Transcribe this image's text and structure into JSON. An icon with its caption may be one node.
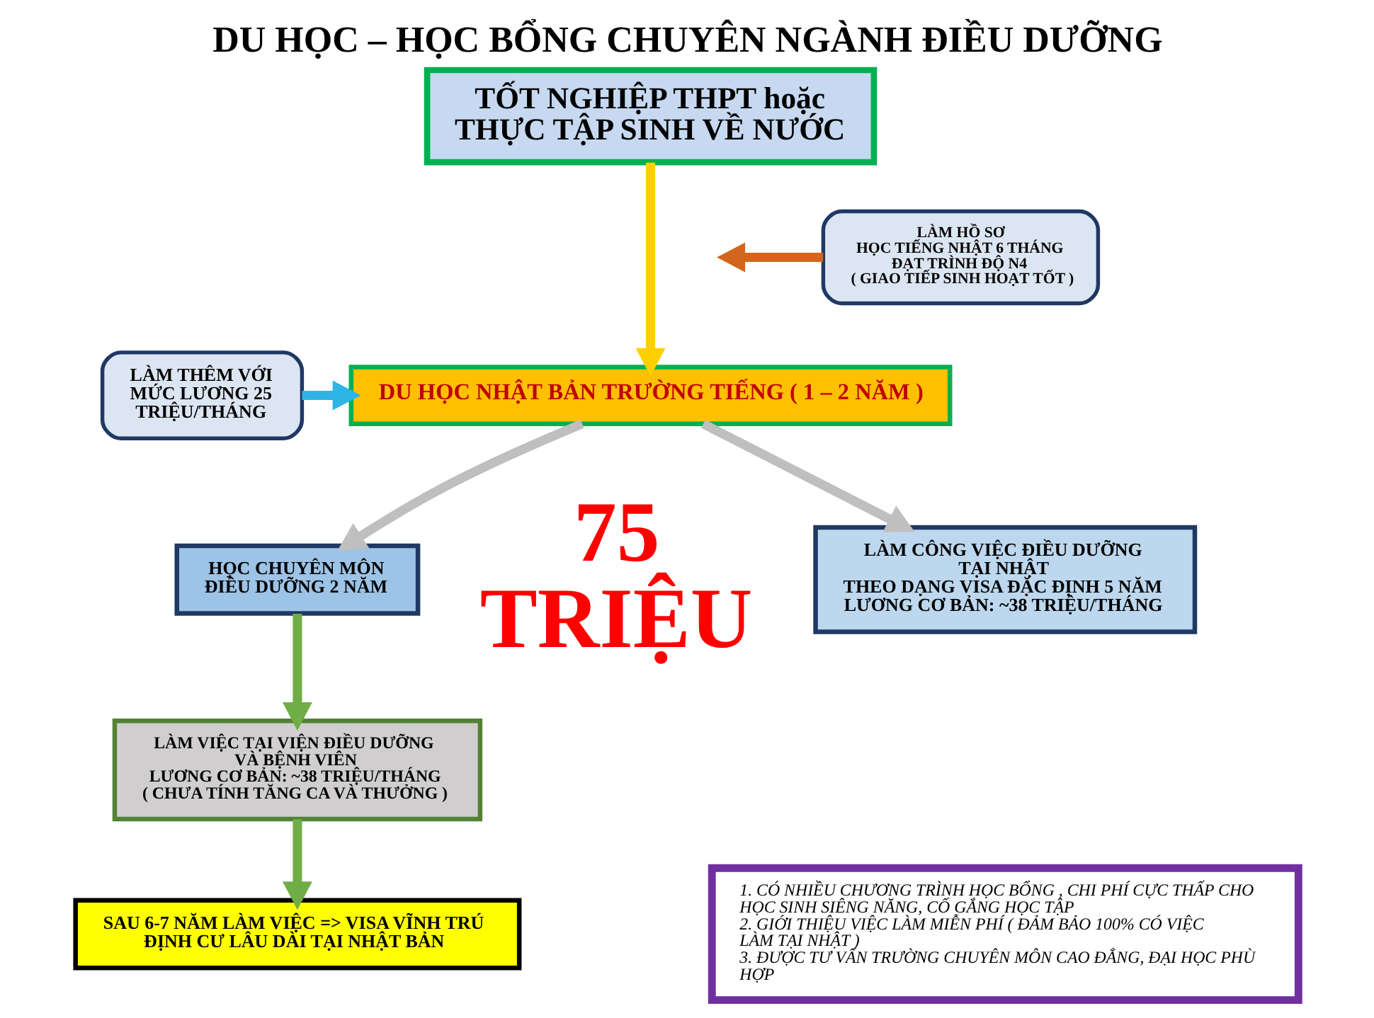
{
  "diagram": {
    "title": "DU HỌC – HỌC BỔNG CHUYÊN NGÀNH ĐIỀU DƯỠNG",
    "nodes": [
      {
        "text": [
          "TỐT NGHIỆP THPT hoặc THỰC TẬP SINH VỀ NƯỚC"
        ]
      },
      {
        "text": [
          "LÀM HỒ SƠ",
          "HỌC TIẾNG NHẬT 6 THÁNG",
          "ĐẠT TRÌNH ĐỘ N4",
          "( GIAO TIẾP SINH HOẠT TỐT )"
        ]
      },
      {
        "text": [
          "DU HỌC NHẬT BẢN TRƯỜNG TIẾNG ( 1 – 2 NĂM )"
        ]
      },
      {
        "text": [
          "LÀM THÊM VỚI MỨC LƯƠNG 25 TRIỆU/THÁNG"
        ]
      },
      {
        "text": [
          "HỌC CHUYÊN MÔN ĐIỀU DƯỠNG 2 NĂM"
        ]
      },
      {
        "text": [
          "LÀM CÔNG VIỆC ĐIỀU DƯỠNG TẠI NHẬT",
          "THEO DẠNG VISA ĐẶC ĐỊNH 5 NĂM",
          "LƯƠNG CƠ BẢN: ~38 TRIỆU/THÁNG"
        ]
      },
      {
        "text": [
          "LÀM VIỆC TẠI VIỆN ĐIỀU DƯỠNG VÀ BỆNH VIÊN",
          "LƯƠNG CƠ BẢN: ~38 TRIỆU/THÁNG",
          "( CHƯA TÍNH TĂNG CA VÀ THƯỞNG )"
        ]
      },
      {
        "text": [
          "SAU 6-7 NĂM LÀM VIỆC => VISA VĨNH TRÚ",
          "ĐỊNH CƯ LÂU DÀI TẠI NHẬT BẢN"
        ]
      },
      {
        "text": [
          "1. CÓ NHIỀU CHƯƠNG TRÌNH HỌC BỔNG , CHI PHÍ CỰC THẤP CHO HỌC SINH SIÊNG NĂNG, CỐ GẮNG HỌC TẬP",
          "2. GIỚI THIỆU VIỆC LÀM MIỄN PHÍ ( ĐẢM BẢO 100% CÓ VIỆC LÀM TẠI NHẬT )",
          "3. ĐƯỢC TƯ VẤN TRƯỜNG CHUYÊN MÔN CAO ĐẲNG, ĐẠI HỌC PHÙ HỢP"
        ]
      }
    ],
    "edges": [
      {
        "from": 0,
        "to": 2,
        "arrow": "to",
        "color": "#ffd000"
      },
      {
        "from": 1,
        "to": null,
        "arrow": "to",
        "color": "#d4651c"
      },
      {
        "from": 3,
        "to": 2,
        "arrow": "to",
        "color": "#2fb4e6"
      },
      {
        "from": 2,
        "to": 4,
        "arrow": "to",
        "color": "#bfbfbf"
      },
      {
        "from": 2,
        "to": 5,
        "arrow": "to",
        "color": "#bfbfbf"
      },
      {
        "from": 4,
        "to": 6,
        "arrow": "to",
        "color": "#70ad47"
      },
      {
        "from": 6,
        "to": 7,
        "arrow": "to",
        "color": "#70ad47"
      }
    ],
    "labels": [
      "75 TRIỆU"
    ]
  }
}
